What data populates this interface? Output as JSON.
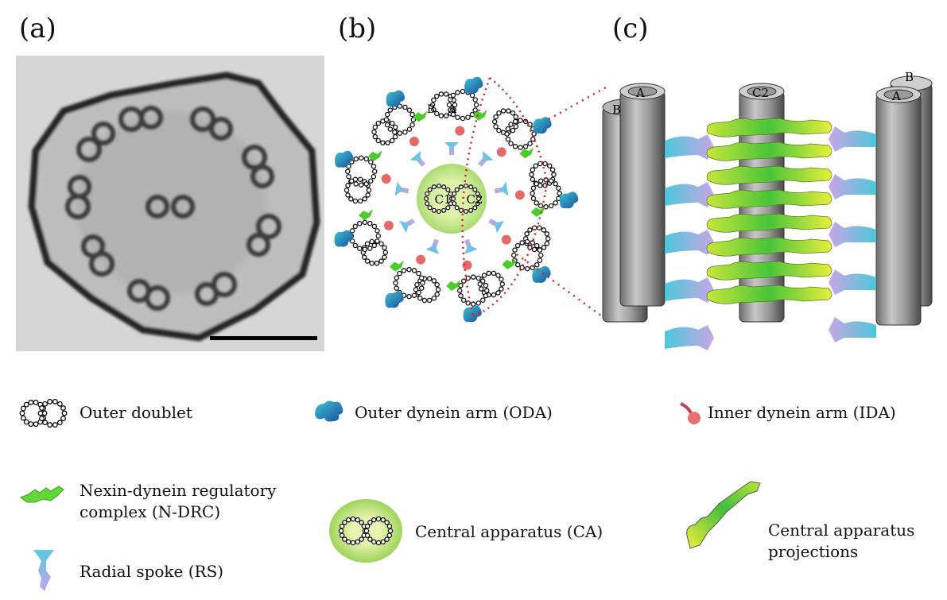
{
  "panels": {
    "a": "(a)",
    "b": "(b)",
    "c": "(c)"
  },
  "diagram_b": {
    "doublet_a": "A",
    "doublet_b": "B",
    "central_c1": "C1",
    "central_c2": "C2"
  },
  "diagram_c": {
    "left_a": "A",
    "left_b": "B",
    "center": "C2",
    "right_a": "A",
    "right_b": "B"
  },
  "legend": {
    "outer_doublet": "Outer doublet",
    "oda": "Outer dynein arm (ODA)",
    "ida": "Inner dynein arm (IDA)",
    "ndrc_line1": "Nexin-dynein regulatory",
    "ndrc_line2": "complex (N-DRC)",
    "ca": "Central apparatus (CA)",
    "cap_line1": "Central apparatus",
    "cap_line2": "projections",
    "rs": "Radial spoke (RS)"
  },
  "colors": {
    "oda": "#2a7ab8",
    "ida": "#e46a6a",
    "ndrc": "#4ccc2a",
    "rs_top": "#5bc8e0",
    "rs_bottom": "#c7a6e8",
    "tube": "#8c8c8c",
    "red_dotted": "#d92020"
  }
}
